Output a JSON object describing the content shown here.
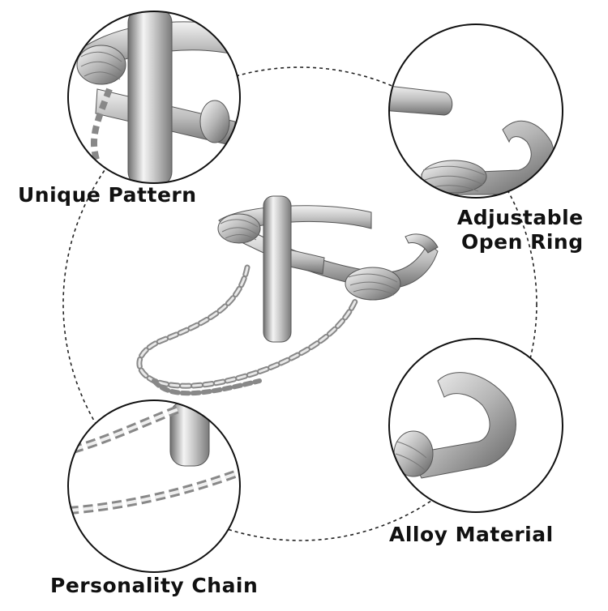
{
  "features": {
    "unique_pattern": "Unique Pattern",
    "adjustable_line1": "Adjustable",
    "adjustable_line2": "Open Ring",
    "alloy_material": "Alloy Material",
    "personality_chain": "Personality Chain"
  },
  "colors": {
    "background": "#ffffff",
    "outline": "#111111",
    "silver_light": "#f4f4f4",
    "silver_mid": "#c8c8c8",
    "silver_dark": "#6e6e6e"
  },
  "icons": {
    "main": "cross-ring-with-chain",
    "detail_top_left": "cross-pattern-detail",
    "detail_top_right": "open-ring-detail",
    "detail_bottom_right": "alloy-band-detail",
    "detail_bottom_left": "chain-detail"
  }
}
